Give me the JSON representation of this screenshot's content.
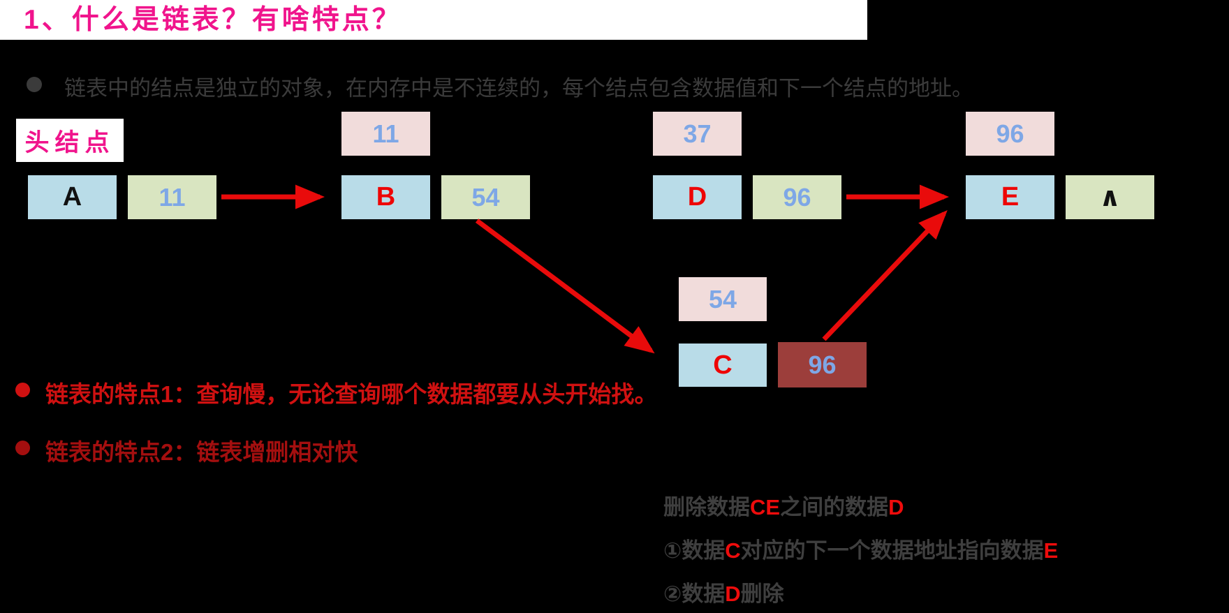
{
  "colors": {
    "background": "#000000",
    "title_bar_bg": "#ffffff",
    "title_pink": "#f0148c",
    "body_gray": "#3b3b3b",
    "note_gray": "#3f3f3f",
    "feature1_red": "#d01111",
    "feature2_red": "#a40f0f",
    "letter_red": "#ee0505",
    "arrow_red": "#e90b0b",
    "node_blue_bg": "#b9dce8",
    "pointer_green_bg": "#d9e5c1",
    "address_pink_bg": "#f1dcdb",
    "highlight_darkred_bg": "#9c3e3b",
    "value_blue": "#7ea7e6"
  },
  "title": "1、什么是链表？有啥特点？",
  "intro": {
    "text": "链表中的结点是独立的对象，在内存中是不连续的，每个结点包含数据值和下一个结点的地址。"
  },
  "diagram": {
    "head_label": "头结点",
    "addresses": {
      "b": "11",
      "d": "37",
      "e": "96",
      "c": "54"
    },
    "nodes": {
      "a": {
        "label": "A",
        "pointer": "11"
      },
      "b": {
        "label": "B",
        "pointer": "54"
      },
      "d": {
        "label": "D",
        "pointer": "96"
      },
      "e": {
        "label": "E",
        "pointer": "∧"
      },
      "c": {
        "label": "C",
        "pointer": "96"
      }
    }
  },
  "features": [
    {
      "text": "链表的特点1：查询慢，无论查询哪个数据都要从头开始找。"
    },
    {
      "text": "链表的特点2：链表增删相对快"
    }
  ],
  "notes": [
    {
      "segments": [
        {
          "t": "删除数据"
        },
        {
          "t": "CE"
        },
        {
          "t": "之间的数据"
        },
        {
          "t": "D"
        }
      ]
    },
    {
      "segments": [
        {
          "t": "①数据"
        },
        {
          "t": "C"
        },
        {
          "t": "对应的下一个数据地址指向数据"
        },
        {
          "t": "E"
        }
      ]
    },
    {
      "segments": [
        {
          "t": "②数据"
        },
        {
          "t": "D"
        },
        {
          "t": "删除"
        }
      ]
    }
  ]
}
